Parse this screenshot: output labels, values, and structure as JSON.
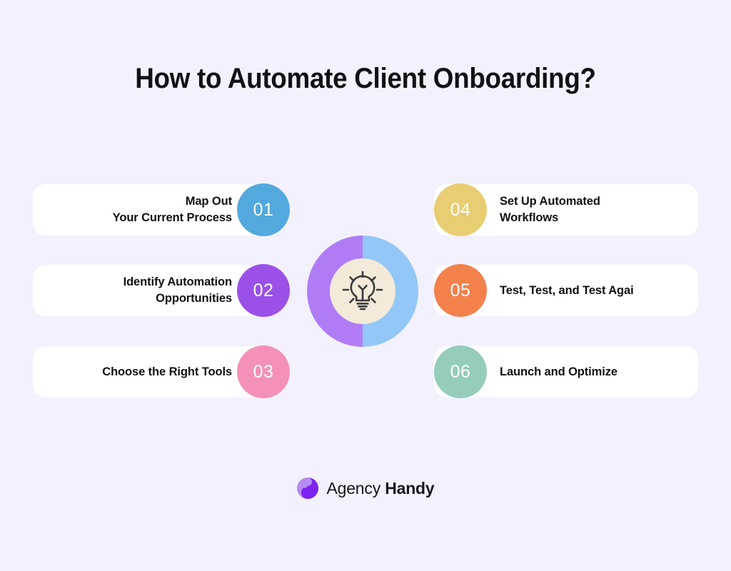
{
  "page": {
    "title": "How to Automate Client Onboarding?",
    "background_color": "#f3f1fd"
  },
  "steps": [
    {
      "number": "01",
      "label": "Map Out\nYour Current Process",
      "label_line1": "Map Out",
      "label_line2": "Your Current Process",
      "color": "#53a9de",
      "side": "left"
    },
    {
      "number": "02",
      "label": "Identify Automation\nOpportunities",
      "label_line1": "Identify Automation",
      "label_line2": "Opportunities",
      "color": "#9b51e8",
      "side": "left"
    },
    {
      "number": "03",
      "label": "Choose the Right Tools",
      "label_line1": "Choose the Right Tools",
      "label_line2": "",
      "color": "#f491b8",
      "side": "left"
    },
    {
      "number": "04",
      "label": "Set Up Automated\nWorkflows",
      "label_line1": "Set Up Automated",
      "label_line2": "Workflows",
      "color": "#e8cd73",
      "side": "right"
    },
    {
      "number": "05",
      "label": "Test, Test, and Test Agai",
      "label_line1": "Test, Test, and Test Agai",
      "label_line2": "",
      "color": "#f2814c",
      "side": "right"
    },
    {
      "number": "06",
      "label": "Launch and Optimize",
      "label_line1": "Launch and Optimize",
      "label_line2": "",
      "color": "#95ccba",
      "side": "right"
    }
  ],
  "emblem": {
    "icon": "lightbulb-icon",
    "ring_left_color": "#b07cf6",
    "ring_right_color": "#93c7f7",
    "inner_color": "#f4ead9",
    "icon_color": "#3a3a3a"
  },
  "brand": {
    "name_light": "Agency",
    "name_bold": "Handy",
    "mark_color_dark": "#7c24f0",
    "mark_color_light": "#b68cf2"
  }
}
